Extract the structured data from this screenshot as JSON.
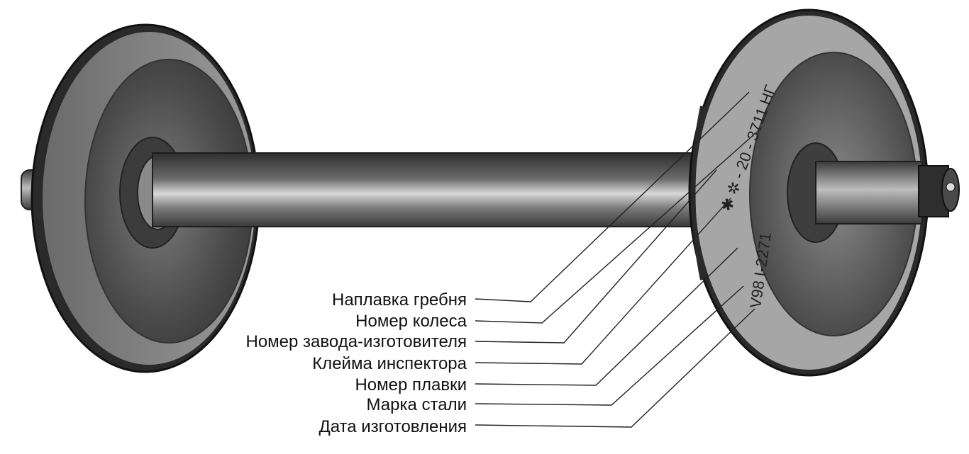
{
  "labels": [
    {
      "id": "flange-deposit",
      "text": "Наплавка гребня"
    },
    {
      "id": "wheel-number",
      "text": "Номер колеса"
    },
    {
      "id": "manufacturer-number",
      "text": "Номер завода-изготовителя"
    },
    {
      "id": "inspector-stamp",
      "text": "Клейма инспектора"
    },
    {
      "id": "heat-number",
      "text": "Номер плавки"
    },
    {
      "id": "steel-grade",
      "text": "Марка стали"
    },
    {
      "id": "manufacture-date",
      "text": "Дата изготовления"
    }
  ],
  "markings": {
    "upper": "✱ ✲ - 20 - 3711 НГ",
    "lower": "V98 I-2271"
  },
  "colors": {
    "rim": "#9a9a9a",
    "disc": "#5a5a5a",
    "axle": "#6e6e6e",
    "leader": "#222222"
  }
}
